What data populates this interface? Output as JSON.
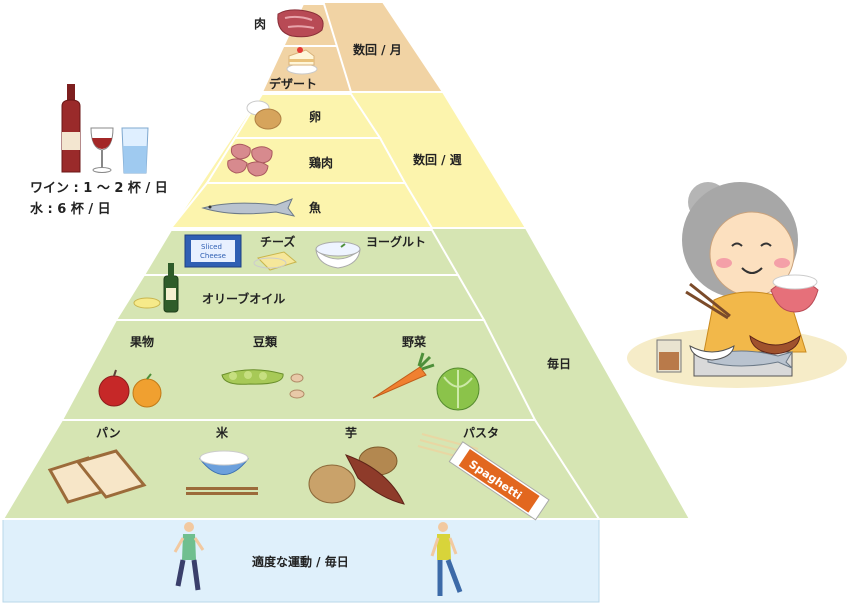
{
  "freq": {
    "monthly": "数回 / 月",
    "weekly": "数回 / 週",
    "daily": "毎日"
  },
  "foods": {
    "meat": "肉",
    "dessert": "デザート",
    "egg": "卵",
    "chicken": "鶏肉",
    "fish": "魚",
    "cheese": "チーズ",
    "yogurt": "ヨーグルト",
    "olive_oil": "オリーブオイル",
    "fruit": "果物",
    "beans": "豆類",
    "vegetables": "野菜",
    "bread": "パン",
    "rice": "米",
    "potato": "芋",
    "pasta": "パスタ"
  },
  "drinks": {
    "wine": "ワイン : 1 ～ 2 杯 / 日",
    "water": "水 : 6 杯 / 日"
  },
  "exercise": "適度な運動 / 毎日",
  "packages": {
    "cheese": [
      "Sliced",
      "Cheese"
    ],
    "pasta": "Spaghetti"
  },
  "colors": {
    "orange_band": "#f1d3a4",
    "yellow_band": "#fcf4ad",
    "green_band": "#d6e5b3",
    "exercise_band": "#dff0fb"
  }
}
